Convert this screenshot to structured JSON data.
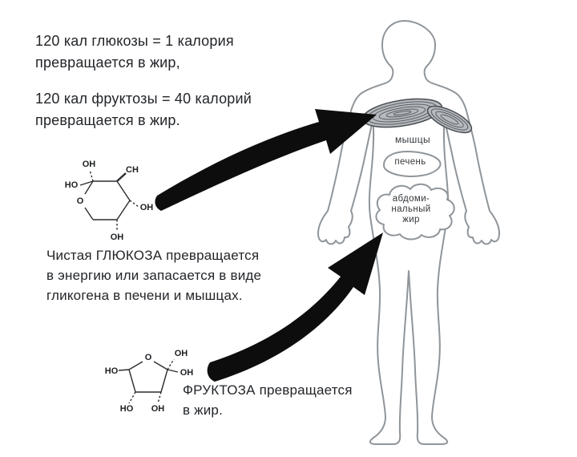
{
  "facts": [
    {
      "text": "120 кал глюкозы = 1 калория\nпревращается в жир,"
    },
    {
      "text": "120 кал фруктозы = 40 калорий\nпревращается в жир."
    }
  ],
  "captions": {
    "glucose": "Чистая ГЛЮКОЗА превращается\nв энергию или запасается в виде\nгликогена в печени и мышцах.",
    "fructose": "ФРУКТОЗА превращается\nв жир."
  },
  "body_labels": {
    "muscles": "мышцы",
    "liver": "печень",
    "fat": "абдоми-\nнальный\nжир"
  },
  "molecule_labels": {
    "glucose": [
      "OH",
      "CH",
      "HO",
      "O",
      "OH",
      "OH"
    ],
    "fructose": [
      "O",
      "OH",
      "OH",
      "HO",
      "HO",
      "OH"
    ]
  },
  "colors": {
    "arrow": "#0d0d0d",
    "body_outline": "#8f959a",
    "text_primary": "#222529",
    "label": "#34383c"
  }
}
